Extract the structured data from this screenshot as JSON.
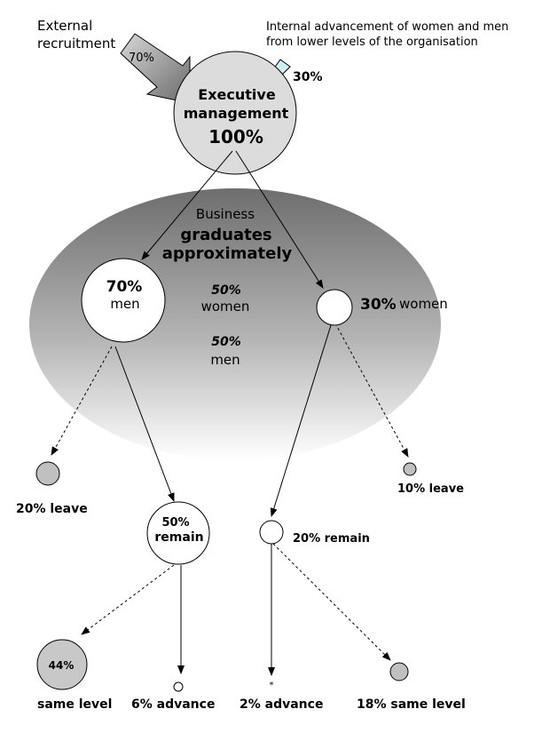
{
  "labels": {
    "external_recruitment_line1": "External",
    "external_recruitment_line2": "recruitment",
    "external_pct": "70%",
    "internal_line1": "Internal advancement of women and men",
    "internal_line2": "from lower levels of the organisation",
    "internal_pct": "30%",
    "exec_line1": "Executive",
    "exec_line2": "management",
    "exec_pct": "100%",
    "business_line1": "Business",
    "business_line2": "graduates",
    "business_line3": "approximately",
    "men_pct": "70%",
    "men_label": "men",
    "mid_women_pct": "50%",
    "mid_women_label": "women",
    "mid_men_pct": "50%",
    "mid_men_label": "men",
    "women_pct": "30%",
    "women_label": "women",
    "men_leave": "20% leave",
    "women_leave": "10% leave",
    "men_remain_pct": "50%",
    "men_remain_label": "remain",
    "women_remain": "20% remain",
    "men_same_pct": "44%",
    "men_same_label": "same level",
    "men_advance": "6% advance",
    "women_advance_marker": "*",
    "women_advance": "2% advance",
    "women_same": "18% same level"
  }
}
